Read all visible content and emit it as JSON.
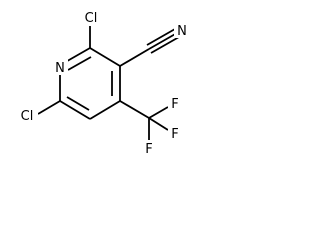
{
  "molecule": {
    "atoms": {
      "n1": "N",
      "cl2": "Cl",
      "cl6": "Cl",
      "n_nitrile": "N",
      "f1": "F",
      "f2": "F",
      "f3": "F"
    }
  }
}
